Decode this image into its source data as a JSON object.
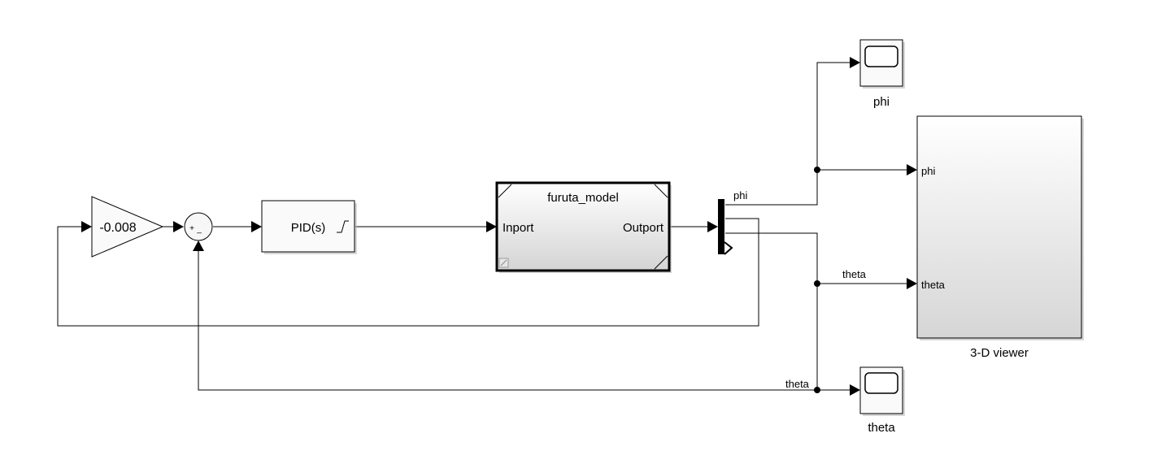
{
  "diagram": {
    "gain": {
      "value": "-0.008"
    },
    "sum": {
      "plus_sign": "+",
      "minus_sign": "_"
    },
    "pid": {
      "label": "PID(s)"
    },
    "subsystem": {
      "title": "furuta_model",
      "input_port": "Inport",
      "output_port": "Outport"
    },
    "demux": {
      "signal_top": "phi"
    },
    "scope_phi": {
      "label": "phi"
    },
    "scope_theta": {
      "label": "theta"
    },
    "viewer": {
      "label": "3-D viewer",
      "port_phi": "phi",
      "port_theta": "theta"
    },
    "signals": {
      "theta_upper": "theta",
      "theta_lower": "theta"
    }
  }
}
